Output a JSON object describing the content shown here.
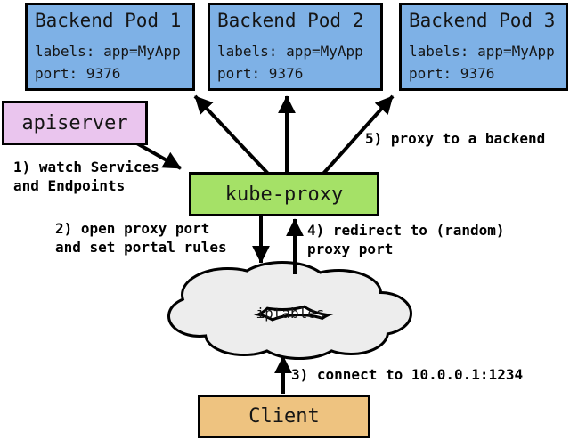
{
  "colors": {
    "background": "#FFFFFF",
    "border": "#000000",
    "pod_fill": "#7EB1E6",
    "apiserver_fill": "#EAC5EE",
    "kube_proxy_fill": "#A5E167",
    "cloud_fill": "#EDEDED",
    "client_fill": "#EEC380"
  },
  "nodes": {
    "pods": [
      {
        "title": "Backend Pod 1",
        "labels": "labels: app=MyApp",
        "port": "port: 9376"
      },
      {
        "title": "Backend Pod 2",
        "labels": "labels: app=MyApp",
        "port": "port: 9376"
      },
      {
        "title": "Backend Pod 3",
        "labels": "labels: app=MyApp",
        "port": "port: 9376"
      }
    ],
    "apiserver": "apiserver",
    "kube_proxy": "kube-proxy",
    "iptables": "iptables",
    "client": "Client"
  },
  "annotations": {
    "step1": "1) watch Services\nand Endpoints",
    "step2": "2) open proxy port\nand set portal rules",
    "step3": "3) connect to 10.0.0.1:1234",
    "step4": "4) redirect to (random)\nproxy port",
    "step5": "5) proxy to a backend"
  }
}
